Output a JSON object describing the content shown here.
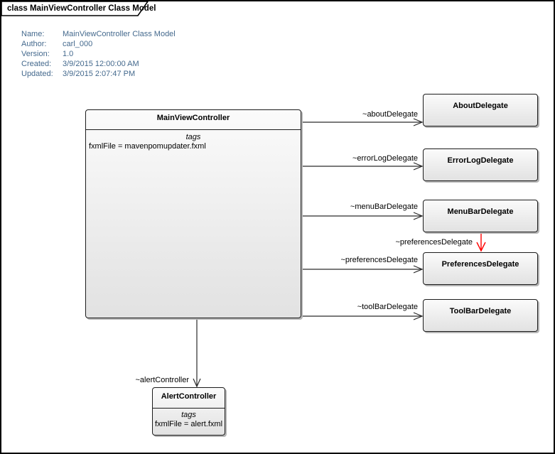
{
  "frame": {
    "title": "class MainViewController Class Model"
  },
  "metadata": {
    "rows": [
      {
        "label": "Name:",
        "value": "MainViewController Class Model"
      },
      {
        "label": "Author:",
        "value": "carl_000"
      },
      {
        "label": "Version:",
        "value": "1.0"
      },
      {
        "label": "Created:",
        "value": "3/9/2015 12:00:00 AM"
      },
      {
        "label": "Updated:",
        "value": "3/9/2015 2:07:47 PM"
      }
    ]
  },
  "classes": {
    "main": {
      "title": "MainViewController",
      "tags_header": "tags",
      "tag": "fxmlFile = mavenpomupdater.fxml"
    },
    "alert": {
      "title": "AlertController",
      "tags_header": "tags",
      "tag": "fxmlFile = alert.fxml"
    },
    "delegates": [
      {
        "title": "AboutDelegate"
      },
      {
        "title": "ErrorLogDelegate"
      },
      {
        "title": "MenuBarDelegate"
      },
      {
        "title": "PreferencesDelegate"
      },
      {
        "title": "ToolBarDelegate"
      }
    ]
  },
  "connectors": {
    "about": {
      "label": "~aboutDelegate"
    },
    "errorLog": {
      "label": "~errorLogDelegate"
    },
    "menuBar": {
      "label": "~menuBarDelegate"
    },
    "preferences": {
      "label": "~preferencesDelegate"
    },
    "toolBar": {
      "label": "~toolBarDelegate"
    },
    "menuToPreferences": {
      "label": "~preferencesDelegate",
      "color": "#ff0000"
    },
    "alert": {
      "label": "~alertController"
    }
  },
  "colors": {
    "metadata_text": "#44698d",
    "connector": "#2a2a2a",
    "highlight_connector": "#ff0000"
  }
}
